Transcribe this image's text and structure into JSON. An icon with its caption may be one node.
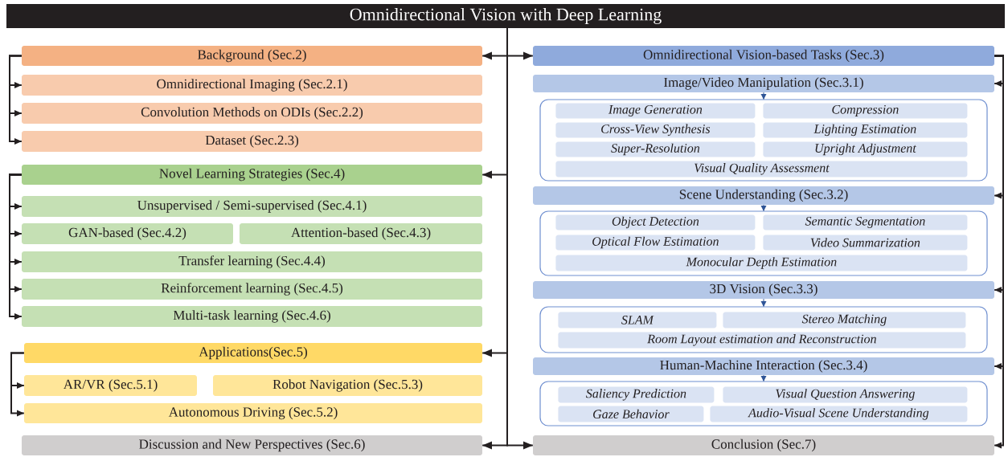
{
  "diagram": {
    "nodes": [
      {
        "text": [
          "Omnidirectional Vision with Deep Learning"
        ]
      },
      {
        "text": [
          "Background (Sec.2)"
        ]
      },
      {
        "text": [
          "Omnidirectional Imaging (Sec.2.1)"
        ]
      },
      {
        "text": [
          "Convolution Methods on ODIs (Sec.2.2)"
        ]
      },
      {
        "text": [
          "Dataset (Sec.2.3)"
        ]
      },
      {
        "text": [
          "Novel Learning Strategies (Sec.4)"
        ]
      },
      {
        "text": [
          "Unsupervised / Semi-supervised (Sec.4.1)"
        ]
      },
      {
        "text": [
          "GAN-based (Sec.4.2)"
        ]
      },
      {
        "text": [
          "Attention-based (Sec.4.3)"
        ]
      },
      {
        "text": [
          "Transfer learning (Sec.4.4)"
        ]
      },
      {
        "text": [
          "Reinforcement learning (Sec.4.5)"
        ]
      },
      {
        "text": [
          "Multi-task learning (Sec.4.6)"
        ]
      },
      {
        "text": [
          "Applications(Sec.5)"
        ]
      },
      {
        "text": [
          "AR/VR (Sec.5.1)"
        ]
      },
      {
        "text": [
          "Robot Navigation (Sec.5.3)"
        ]
      },
      {
        "text": [
          "Autonomous Driving (Sec.5.2)"
        ]
      },
      {
        "text": [
          "Discussion and New Perspectives (Sec.6)"
        ]
      },
      {
        "text": [
          "Omnidirectional Vision-based Tasks (Sec.3)"
        ]
      },
      {
        "text": [
          "Image/Video Manipulation (Sec.3.1)"
        ]
      },
      {
        "text": [],
        "shape": "box"
      },
      {
        "text": [
          "Image Generation"
        ],
        "in": 19
      },
      {
        "text": [
          "Compression"
        ],
        "in": 19
      },
      {
        "text": [
          "Cross-View Synthesis"
        ],
        "in": 19
      },
      {
        "text": [
          "Lighting Estimation"
        ],
        "in": 19
      },
      {
        "text": [
          "Super-Resolution"
        ],
        "in": 19
      },
      {
        "text": [
          "Upright Adjustment"
        ],
        "in": 19
      },
      {
        "text": [
          "Visual Quality Assessment"
        ],
        "in": 19
      },
      {
        "text": [
          "Scene Understanding (Sec.3.2)"
        ]
      },
      {
        "text": [],
        "shape": "box"
      },
      {
        "text": [
          "Object Detection"
        ],
        "in": 28
      },
      {
        "text": [
          "Semantic Segmentation"
        ],
        "in": 28
      },
      {
        "text": [
          "Optical Flow Estimation"
        ],
        "in": 28
      },
      {
        "text": [
          "Video Summarization"
        ],
        "in": 28
      },
      {
        "text": [
          "Monocular Depth Estimation"
        ],
        "in": 28
      },
      {
        "text": [
          "3D Vision (Sec.3.3)"
        ]
      },
      {
        "text": [],
        "shape": "box"
      },
      {
        "text": [
          "SLAM"
        ],
        "in": 35
      },
      {
        "text": [
          "Stereo Matching"
        ],
        "in": 35
      },
      {
        "text": [
          "Room Layout estimation and Reconstruction"
        ],
        "in": 35
      },
      {
        "text": [
          "Human-Machine Interaction (Sec.3.4)"
        ]
      },
      {
        "text": [],
        "shape": "box"
      },
      {
        "text": [
          "Saliency Prediction"
        ],
        "in": 40
      },
      {
        "text": [
          "Visual Question Answering"
        ],
        "in": 40
      },
      {
        "text": [
          "Gaze Behavior"
        ],
        "in": 40
      },
      {
        "text": [
          "Audio-Visual Scene Understanding"
        ],
        "in": 40
      },
      {
        "text": [
          "Conclusion (Sec.7)"
        ]
      }
    ],
    "edges": [
      {
        "from": 0,
        "to": 1,
        "arrow": "to"
      },
      {
        "from": 0,
        "to": 5,
        "arrow": "to"
      },
      {
        "from": 0,
        "to": 12,
        "arrow": "to"
      },
      {
        "from": 0,
        "to": 16,
        "arrow": "to"
      },
      {
        "from": 0,
        "to": 17,
        "arrow": "to"
      },
      {
        "from": 0,
        "to": 45,
        "arrow": "to"
      },
      {
        "from": 1,
        "to": 2,
        "arrow": "to"
      },
      {
        "from": 1,
        "to": 3,
        "arrow": "to"
      },
      {
        "from": 1,
        "to": 4,
        "arrow": "to"
      },
      {
        "from": 5,
        "to": 6,
        "arrow": "to"
      },
      {
        "from": 5,
        "to": 7,
        "arrow": "to"
      },
      {
        "from": 5,
        "to": 9,
        "arrow": "to"
      },
      {
        "from": 5,
        "to": 10,
        "arrow": "to"
      },
      {
        "from": 5,
        "to": 11,
        "arrow": "to"
      },
      {
        "from": 12,
        "to": 13,
        "arrow": "to"
      },
      {
        "from": 12,
        "to": 15,
        "arrow": "to"
      },
      {
        "from": 17,
        "to": 18,
        "arrow": "to"
      },
      {
        "from": 17,
        "to": 27,
        "arrow": "to"
      },
      {
        "from": 17,
        "to": 34,
        "arrow": "to"
      },
      {
        "from": 17,
        "to": 39,
        "arrow": "to"
      },
      {
        "from": 17,
        "to": 45,
        "arrow": "to"
      },
      {
        "from": 18,
        "to": 19,
        "arrow": "to",
        "color": "#2f5597"
      },
      {
        "from": 27,
        "to": 28,
        "arrow": "to",
        "color": "#2f5597"
      },
      {
        "from": 34,
        "to": 35,
        "arrow": "to",
        "color": "#2f5597"
      },
      {
        "from": 39,
        "to": 40,
        "arrow": "to",
        "color": "#2f5597"
      }
    ]
  }
}
